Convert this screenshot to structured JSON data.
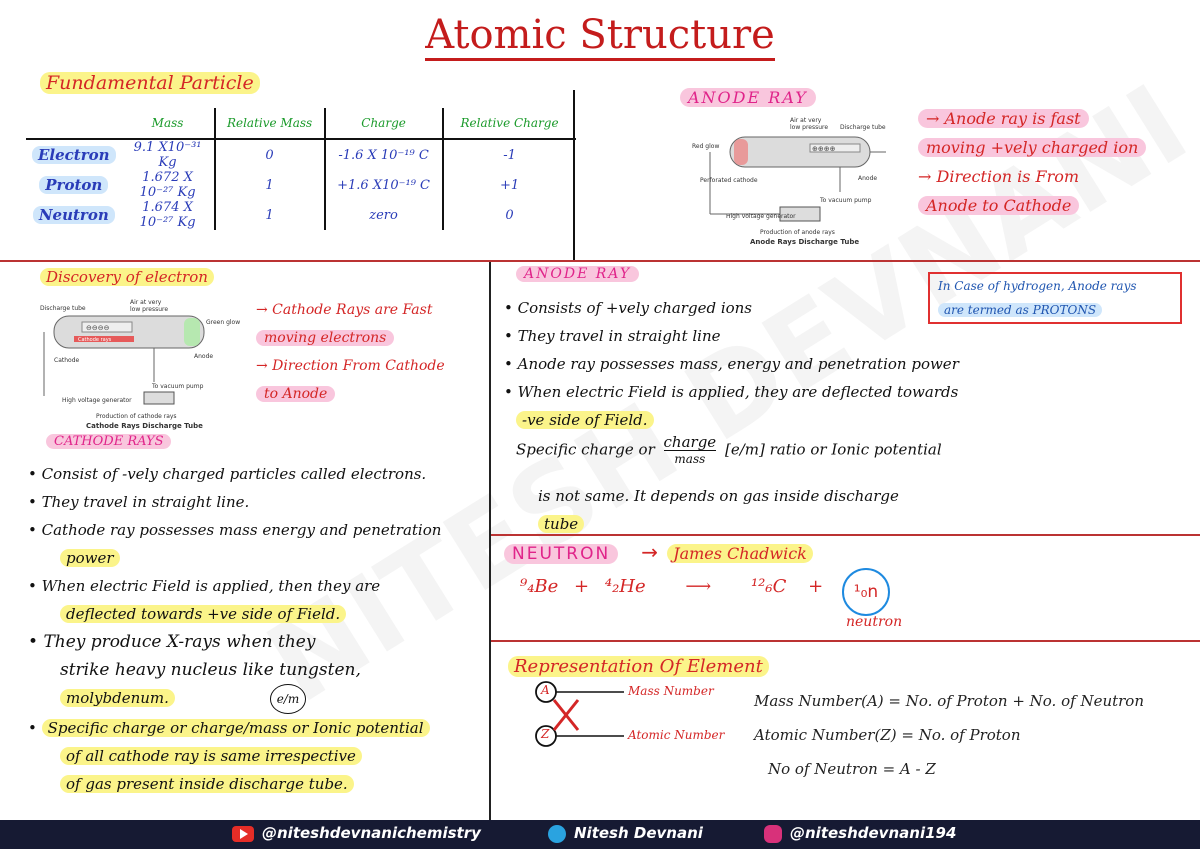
{
  "title": "Atomic Structure",
  "watermark": "NITESH DEVNANI",
  "fundamental": {
    "heading": "Fundamental Particle",
    "columns": [
      "Mass",
      "Relative Mass",
      "Charge",
      "Relative Charge"
    ],
    "rows": [
      {
        "name": "Electron",
        "mass": "9.1 X10⁻³¹ Kg",
        "rel_mass": "0",
        "charge": "-1.6 X 10⁻¹⁹ C",
        "rel_charge": "-1"
      },
      {
        "name": "Proton",
        "mass": "1.672 X 10⁻²⁷ Kg",
        "rel_mass": "1",
        "charge": "+1.6 X10⁻¹⁹ C",
        "rel_charge": "+1"
      },
      {
        "name": "Neutron",
        "mass": "1.674 X 10⁻²⁷ Kg",
        "rel_mass": "1",
        "charge": "zero",
        "rel_charge": "0"
      }
    ]
  },
  "anode_top": {
    "heading": "ANODE RAY",
    "figure": {
      "label_top1": "Air at very",
      "label_top2": "low pressure",
      "label_discharge": "Discharge tube",
      "label_red_glow": "Red glow",
      "label_perforated": "Perforated cathode",
      "label_anode": "Anode",
      "label_pump": "To vacuum pump",
      "label_hv": "High voltage generator",
      "caption1": "Production of anode rays",
      "caption2": "Anode Rays Discharge Tube"
    },
    "notes": [
      "→ Anode ray is fast",
      "moving +vely charged ion",
      "→ Direction is From",
      "Anode to Cathode"
    ]
  },
  "discovery": {
    "heading": "Discovery of electron",
    "figure": {
      "label_discharge": "Discharge tube",
      "label_air1": "Air at very",
      "label_air2": "low pressure",
      "label_green": "Green glow",
      "label_cathode": "Cathode",
      "label_anode": "Anode",
      "label_pump": "To vacuum pump",
      "label_hv": "High voltage generator",
      "label_beam": "Cathode rays",
      "caption1": "Production of cathode rays",
      "caption2": "Cathode Rays Discharge Tube"
    },
    "notes": [
      "→ Cathode Rays are Fast",
      "moving electrons",
      "→ Direction From Cathode",
      "to Anode"
    ]
  },
  "cathode": {
    "heading": "CATHODE RAYS",
    "points": [
      "Consist of -vely charged particles called electrons.",
      "They travel in straight line.",
      "Cathode ray possesses mass energy and penetration",
      "power",
      "When electric Field is applied, then they are",
      "deflected towards +ve side of Field.",
      "They produce X-rays when they",
      "strike heavy nucleus like tungsten,",
      "molybdenum.",
      "e/m",
      "Specific charge or charge/mass or Ionic potential",
      "of all cathode ray is same irrespective",
      "of gas present inside discharge tube."
    ]
  },
  "anode_main": {
    "heading": "ANODE RAY",
    "boxed_note": [
      "In Case of hydrogen, Anode rays",
      "are termed as PROTONS"
    ],
    "points": [
      "Consists of +vely charged ions",
      "They travel in straight line",
      "Anode ray possesses mass, energy and penetration power",
      "When electric Field is applied, they are deflected towards",
      "-ve side of Field.",
      "Specific charge or",
      "charge",
      "mass",
      "[e/m]",
      "ratio or Ionic potential",
      "is not same. It depends on gas inside discharge",
      "tube"
    ]
  },
  "neutron": {
    "heading": "NEUTRON",
    "discoverer": "James Chadwick",
    "arrow": "→",
    "reaction": {
      "be": "⁹₄Be",
      "plus1": "+",
      "he": "⁴₂He",
      "arrow": "⟶",
      "c": "¹²₆C",
      "plus2": "+",
      "n": "¹₀n",
      "n_label": "neutron"
    }
  },
  "representation": {
    "heading": "Representation Of Element",
    "a_symbol": "A",
    "z_symbol": "Z",
    "x_symbol": "X",
    "mass_label": "Mass Number",
    "atomic_label": "Atomic Number",
    "eq1": "Mass Number(A) = No. of Proton + No. of Neutron",
    "eq2": "Atomic Number(Z) = No. of Proton",
    "eq3": "No of Neutron = A - Z"
  },
  "footer": {
    "youtube": "@niteshdevnanichemistry",
    "telegram": "Nitesh Devnani",
    "instagram": "@niteshdevnani194"
  },
  "colors": {
    "title": "#c41c1c",
    "highlight_yellow": "#fbf48a",
    "highlight_pink": "#f9c6dd",
    "footer_bg": "#161a33"
  }
}
